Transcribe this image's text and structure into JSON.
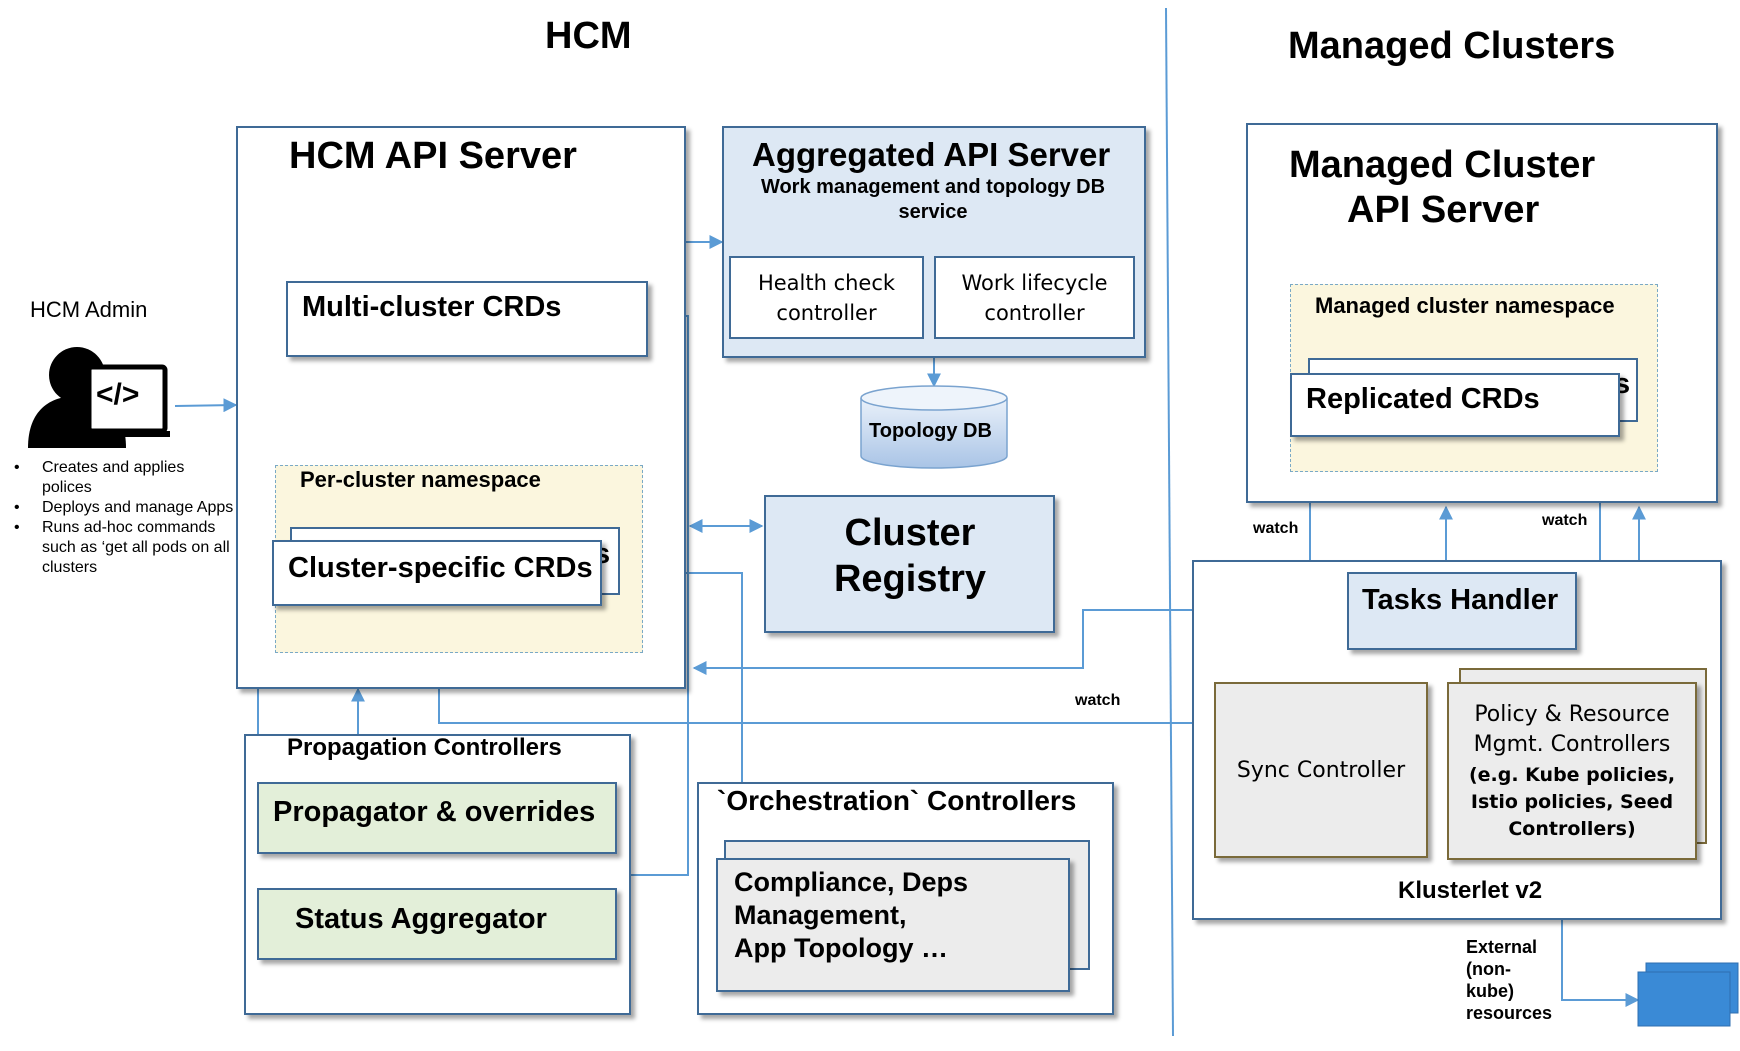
{
  "titles": {
    "hcm": "HCM",
    "managed": "Managed Clusters"
  },
  "admin": {
    "label": "HCM Admin",
    "icon_glyph": "</>",
    "bullets": [
      "Creates and applies polices",
      "Deploys and manage Apps",
      "Runs ad-hoc commands such as ‘get all pods on all clusters"
    ]
  },
  "hcm_api_server": {
    "title": "HCM API Server",
    "multi_cluster_crds": "Multi-cluster CRDs",
    "per_cluster_namespace": "Per-cluster namespace",
    "cluster_specific_crds": "Cluster-specific CRDs",
    "behind_box_fragment": "s"
  },
  "aggregated_api": {
    "title": "Aggregated API Server",
    "subtitle": "Work management and topology DB service",
    "health_check": "Health check controller",
    "work_lifecycle": "Work lifecycle controller"
  },
  "topology_db": "Topology DB",
  "cluster_registry": "Cluster Registry",
  "propagation": {
    "title": "Propagation Controllers",
    "propagator": "Propagator & overrides",
    "status_aggregator": "Status Aggregator"
  },
  "orchestration": {
    "title": "`Orchestration` Controllers",
    "lines": [
      "Compliance, Deps",
      "Management,",
      "App Topology  …"
    ]
  },
  "managed_api": {
    "title_line1": "Managed Cluster",
    "title_line2": "API Server",
    "namespace": "Managed cluster namespace",
    "replicated_crds": "Replicated CRDs",
    "behind_box_fragment": "s"
  },
  "klusterlet": {
    "title": "Klusterlet v2",
    "tasks_handler": "Tasks Handler",
    "sync_controller": "Sync Controller",
    "policy_lines": [
      "Policy & Resource",
      "Mgmt. Controllers"
    ],
    "policy_bold_lines": [
      "(e.g. Kube policies,",
      "Istio policies, Seed",
      "Controllers)"
    ]
  },
  "labels": {
    "watch": "watch"
  },
  "external": [
    "External",
    "(non-",
    "kube)",
    "resources"
  ],
  "colors": {
    "border": "#3f6a96",
    "arrow": "#5b9bd5",
    "light_blue_fill": "#dde8f4",
    "green_fill": "#e3efd9",
    "namespace_fill": "#fbf6de",
    "grey_fill": "#ececec",
    "grey_border": "#7a6a3a",
    "external_fill": "#2f7fcf"
  }
}
